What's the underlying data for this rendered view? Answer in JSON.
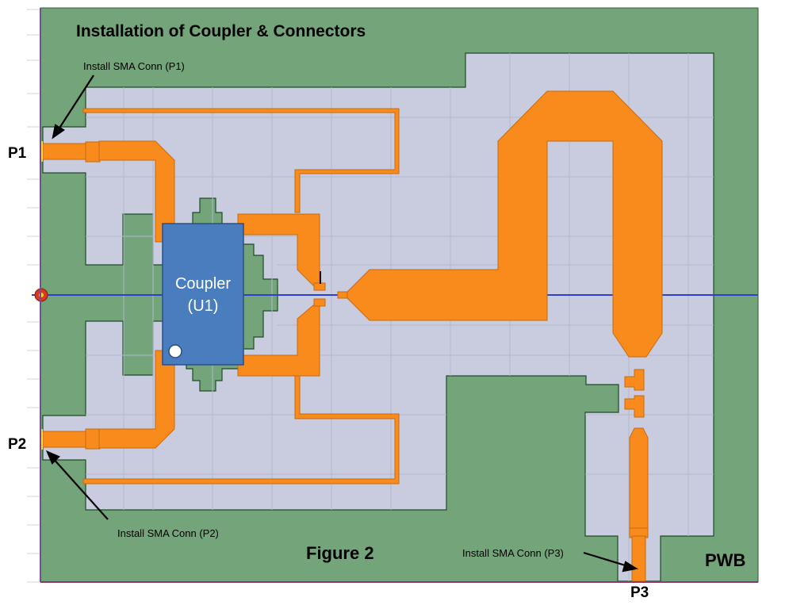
{
  "title": "Installation of Coupler & Connectors",
  "figure_label": "Figure 2",
  "board_label": "PWB",
  "component": {
    "line1": "Coupler",
    "line2": "(U1)"
  },
  "ports": {
    "p1": "P1",
    "p2": "P2",
    "p3": "P3"
  },
  "notes": {
    "p1": "Install SMA Conn (P1)",
    "p2": "Install SMA Conn (P2)",
    "p3": "Install SMA Conn (P3)"
  },
  "colors": {
    "ground_plane": "#74a47a",
    "substrate": "#c8ccde",
    "trace": "#f98a1c",
    "component": "#4a7dbe",
    "centerline": "#2f3fd0"
  }
}
